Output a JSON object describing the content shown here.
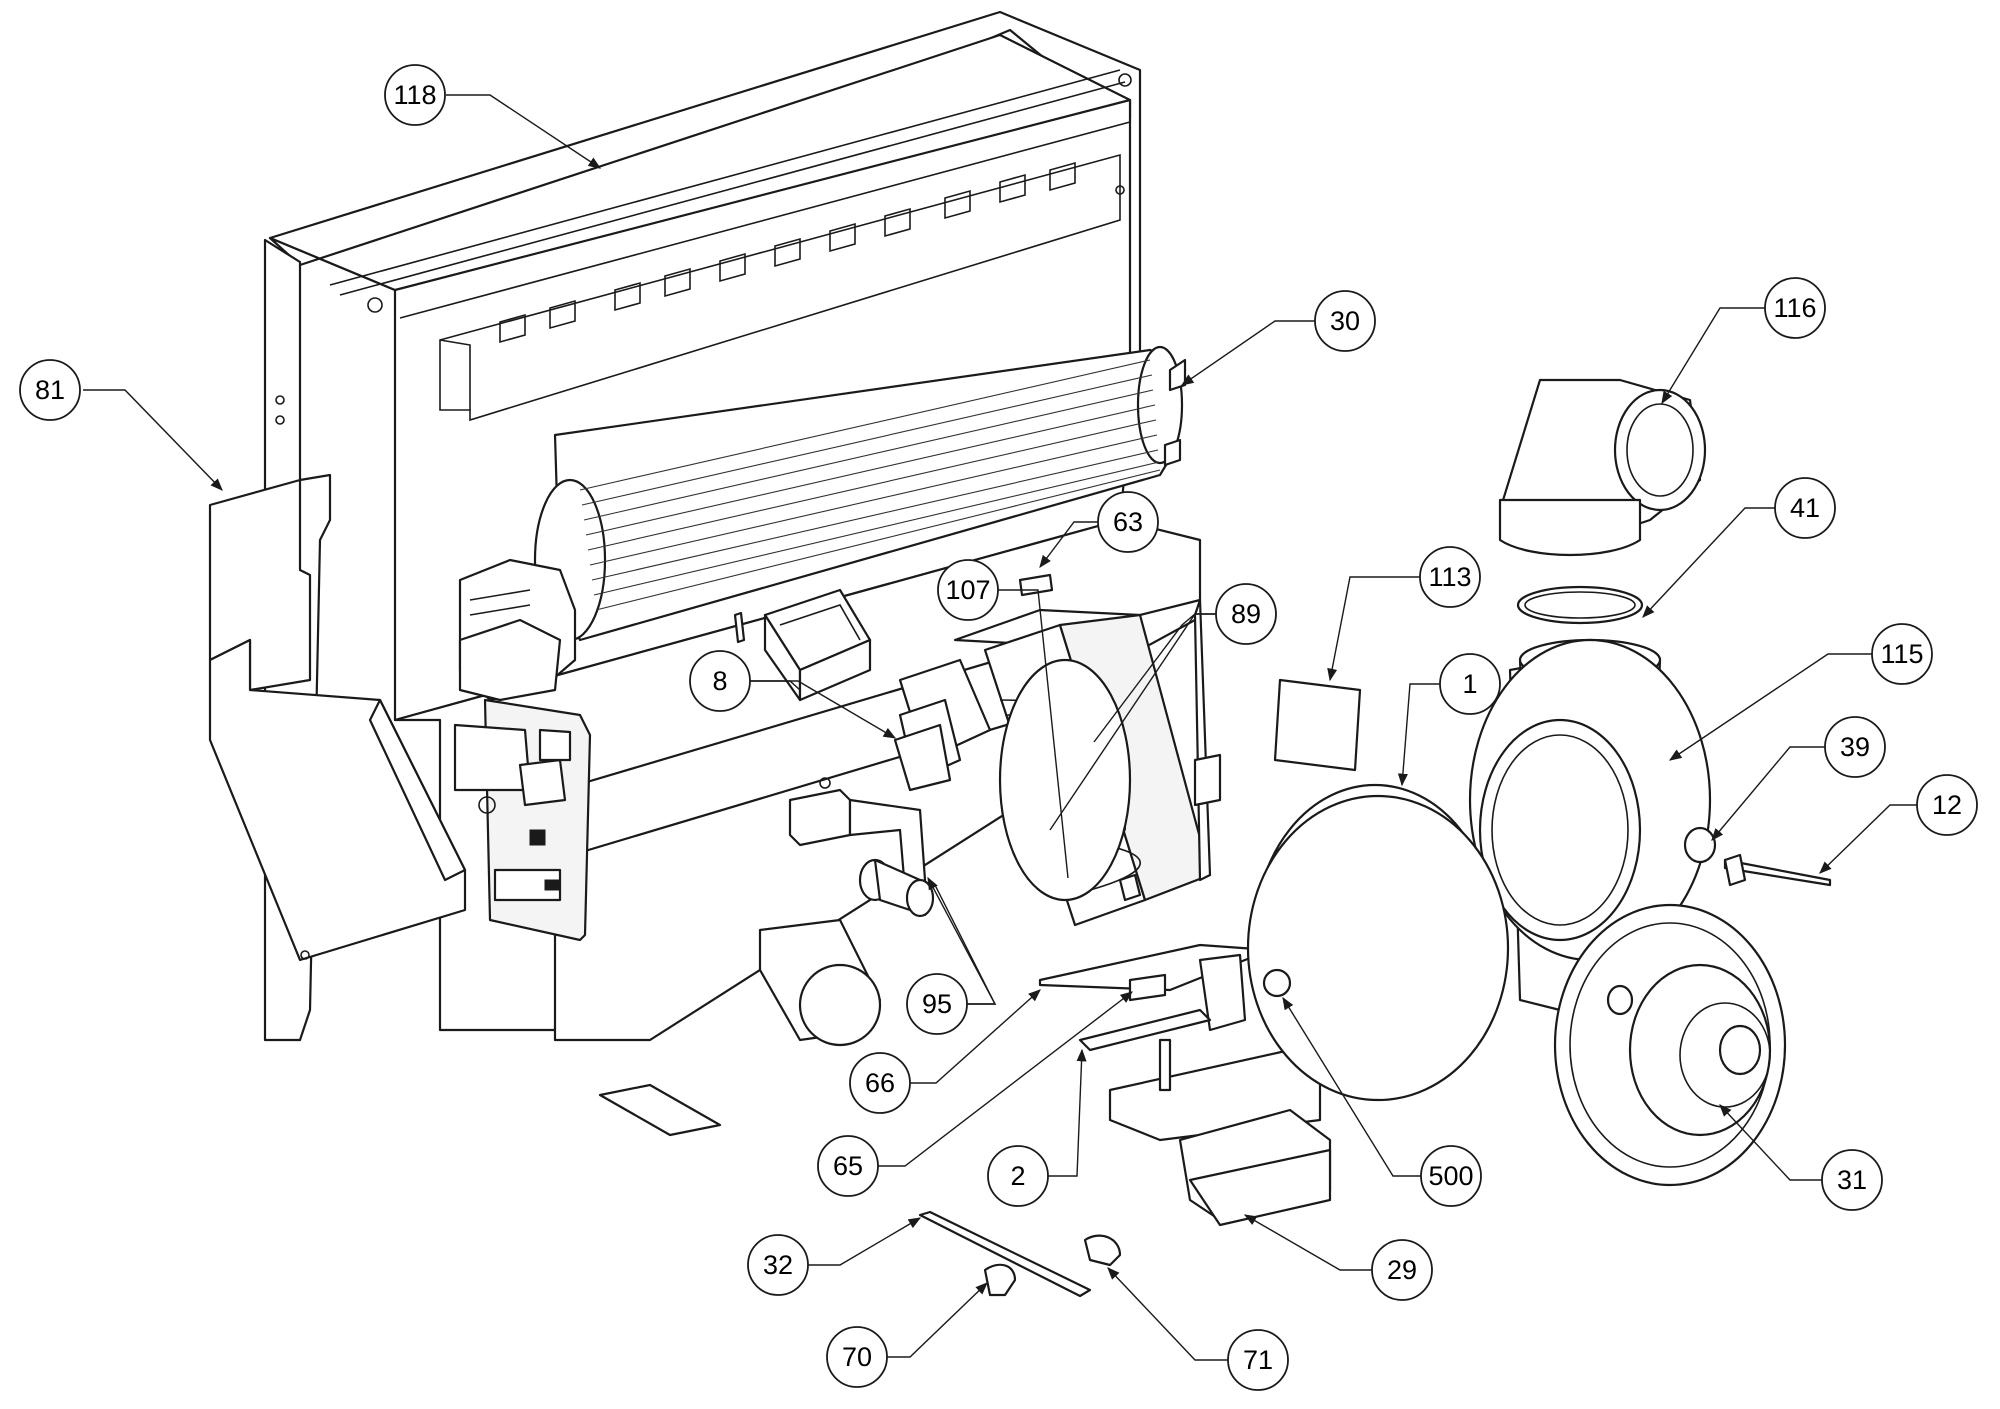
{
  "callouts": [
    {
      "id": "c118",
      "label": "118"
    },
    {
      "id": "c81",
      "label": "81"
    },
    {
      "id": "c30",
      "label": "30"
    },
    {
      "id": "c116",
      "label": "116"
    },
    {
      "id": "c41",
      "label": "41"
    },
    {
      "id": "c63",
      "label": "63"
    },
    {
      "id": "c113",
      "label": "113"
    },
    {
      "id": "c107",
      "label": "107"
    },
    {
      "id": "c89",
      "label": "89"
    },
    {
      "id": "c115",
      "label": "115"
    },
    {
      "id": "c8",
      "label": "8"
    },
    {
      "id": "c1",
      "label": "1"
    },
    {
      "id": "c39",
      "label": "39"
    },
    {
      "id": "c12",
      "label": "12"
    },
    {
      "id": "c95",
      "label": "95"
    },
    {
      "id": "c66",
      "label": "66"
    },
    {
      "id": "c65",
      "label": "65"
    },
    {
      "id": "c2",
      "label": "2"
    },
    {
      "id": "c500",
      "label": "500"
    },
    {
      "id": "c31",
      "label": "31"
    },
    {
      "id": "c32",
      "label": "32"
    },
    {
      "id": "c29",
      "label": "29"
    },
    {
      "id": "c70",
      "label": "70"
    },
    {
      "id": "c71",
      "label": "71"
    }
  ],
  "colors": {
    "line": "#1a1a1a",
    "paper": "#ffffff"
  }
}
